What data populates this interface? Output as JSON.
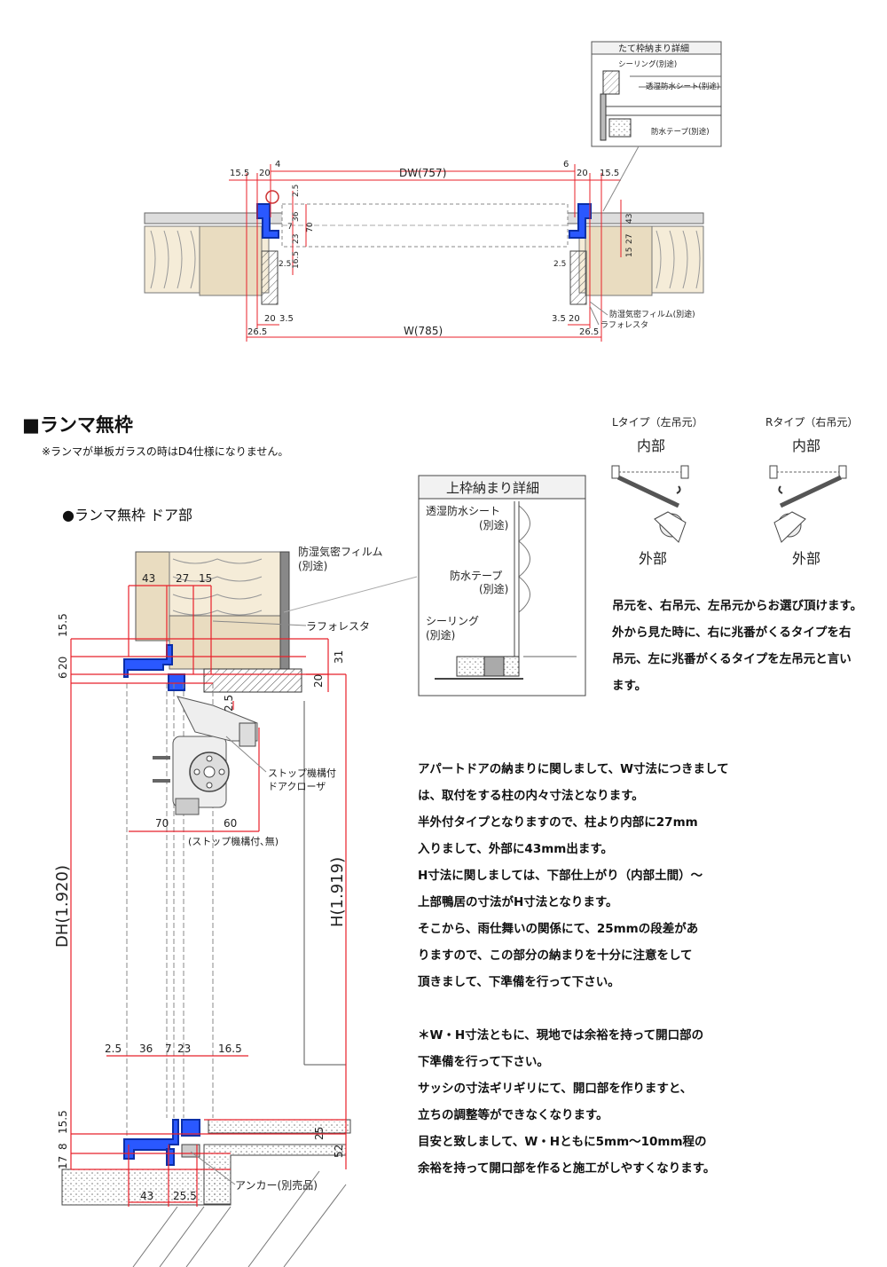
{
  "plan": {
    "dw_label": "DW(757)",
    "w_label": "W(785)",
    "dims_top": [
      "15.5",
      "20",
      "4",
      "6",
      "20",
      "15.5"
    ],
    "dims_left_vertical": [
      "2.5",
      "7",
      "36",
      "70",
      "23",
      "16.5",
      "2.5"
    ],
    "dims_right_vertical": [
      "43",
      "27",
      "15",
      "2.5"
    ],
    "dims_bottom": [
      "26.5",
      "20",
      "3.5",
      "3.5",
      "20",
      "26.5"
    ],
    "label_film": "防湿気密フィルム(別途)",
    "label_lafore": "ラフォレスタ",
    "detail_title": "たて枠納まり詳細",
    "detail_labels": [
      "シーリング(別途)",
      "透湿防水シート(別途)",
      "防水テープ(別途)"
    ]
  },
  "section_title": "■ランマ無枠",
  "section_note": "※ランマが単板ガラスの時はD4仕様になりません。",
  "sub_title": "●ランマ無枠 ドア部",
  "top_detail": {
    "title": "上枠納まり詳細",
    "labels": [
      "透湿防水シート",
      "(別途)",
      "防水テープ",
      "(別途)",
      "シーリング",
      "(別途)"
    ]
  },
  "hinge": {
    "l_title": "Lタイプ（左吊元）",
    "r_title": "Rタイプ（右吊元）",
    "inside": "内部",
    "outside": "外部",
    "description": [
      "吊元を、右吊元、左吊元からお選び頂けます。",
      "外から見た時に、右に兆番がくるタイプを右",
      "吊元、左に兆番がくるタイプを左吊元と言い",
      "ます。"
    ]
  },
  "section": {
    "dims_top": [
      "43",
      "27",
      "15"
    ],
    "dims_left": [
      "15.5",
      "6",
      "20"
    ],
    "dims_right": [
      "31",
      "20"
    ],
    "dim_25": "2.5",
    "closer_label": [
      "ストップ機構付",
      "ドアクローザ"
    ],
    "dim_70": "70",
    "dim_60": "60",
    "stop_label": "(ストップ機構付､無)",
    "dh_label": "DH(1.920)",
    "h_label": "H(1.919)",
    "mid_dims": [
      "2.5",
      "36",
      "7",
      "23",
      "16.5"
    ],
    "bottom_left": [
      "15.5",
      "8",
      "17"
    ],
    "bottom_right": [
      "25",
      "52"
    ],
    "bottom_dims": [
      "43",
      "25.5"
    ],
    "film_label": [
      "防湿気密フィルム",
      "(別途)"
    ],
    "lafore_label": "ラフォレスタ",
    "anchor_label": "アンカー(別売品)"
  },
  "explanation": [
    "アパートドアの納まりに関しまして、W寸法につきまして",
    "は、取付をする柱の内々寸法となります。",
    "半外付タイプとなりますので、柱より内部に27mm",
    "入りまして、外部に43mm出ます。",
    "H寸法に関しましては、下部仕上がり（内部土間）～",
    "上部鴨居の寸法がH寸法となります。",
    "そこから、雨仕舞いの関係にて、25mmの段差があ",
    "りますので、この部分の納まりを十分に注意をして",
    "頂きまして、下準備を行って下さい。",
    "",
    "＊W・H寸法ともに、現地では余裕を持って開口部の",
    "下準備を行って下さい。",
    "サッシの寸法ギリギリにて、開口部を作りますと、",
    "立ちの調整等ができなくなります。",
    "目安と致しまして、W・Hともに5mm～10mm程の",
    "余裕を持って開口部を作ると施工がしやすくなります。"
  ],
  "colors": {
    "dim": "#e8202a",
    "frame": "#1a3fd6",
    "wood": "#e9dcc0",
    "insulation": "#f5ecd8",
    "leader": "#888888"
  }
}
